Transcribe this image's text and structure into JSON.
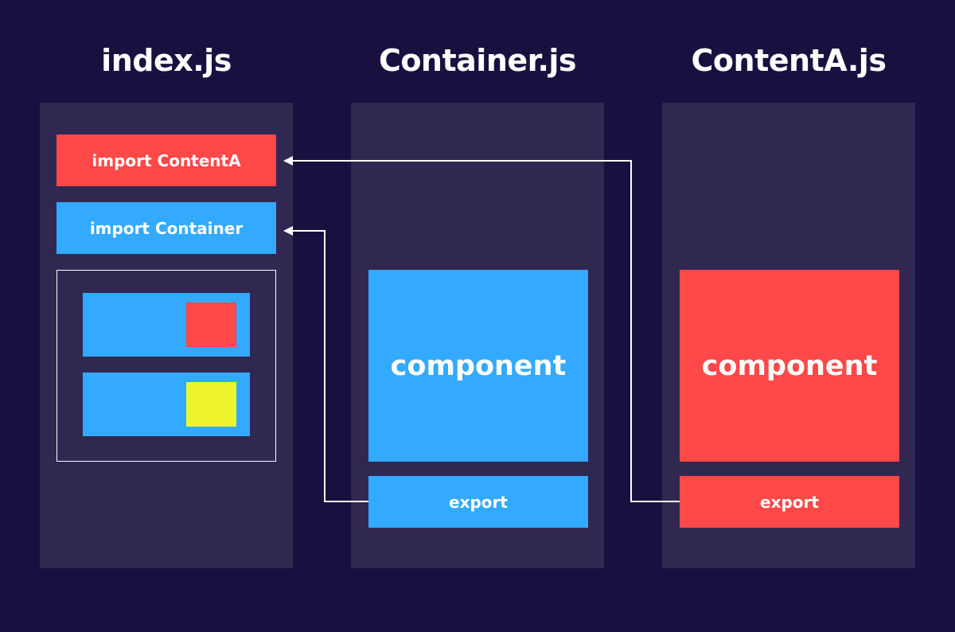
{
  "columns": {
    "index": {
      "title": "index.js"
    },
    "container": {
      "title": "Container.js"
    },
    "contentA": {
      "title": "ContentA.js"
    }
  },
  "index": {
    "import_contentA": "import ContentA",
    "import_container": "import Container"
  },
  "container": {
    "component": "component",
    "export": "export"
  },
  "contentA": {
    "component": "component",
    "export": "export"
  },
  "colors": {
    "background": "#1a1040",
    "panel": "#312852",
    "red": "#ff4848",
    "blue": "#33aaff",
    "yellow": "#eef52e",
    "line": "#ffffff"
  }
}
